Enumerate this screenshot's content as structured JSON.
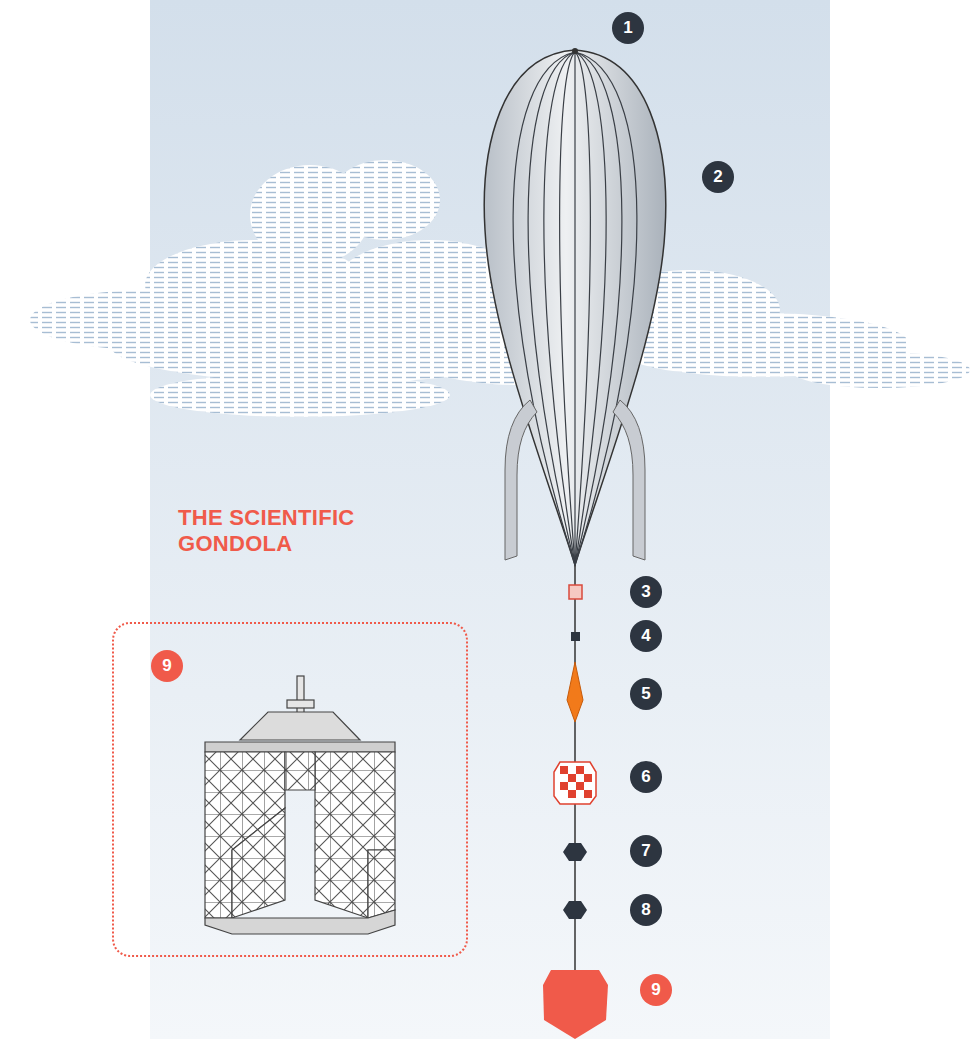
{
  "diagram": {
    "nodes": [
      {
        "text": [
          "THE SCIENTIFIC GONDOLA"
        ]
      }
    ],
    "labels": [
      "1",
      "2",
      "3",
      "4",
      "5",
      "6",
      "7",
      "8",
      "9",
      "9"
    ]
  }
}
